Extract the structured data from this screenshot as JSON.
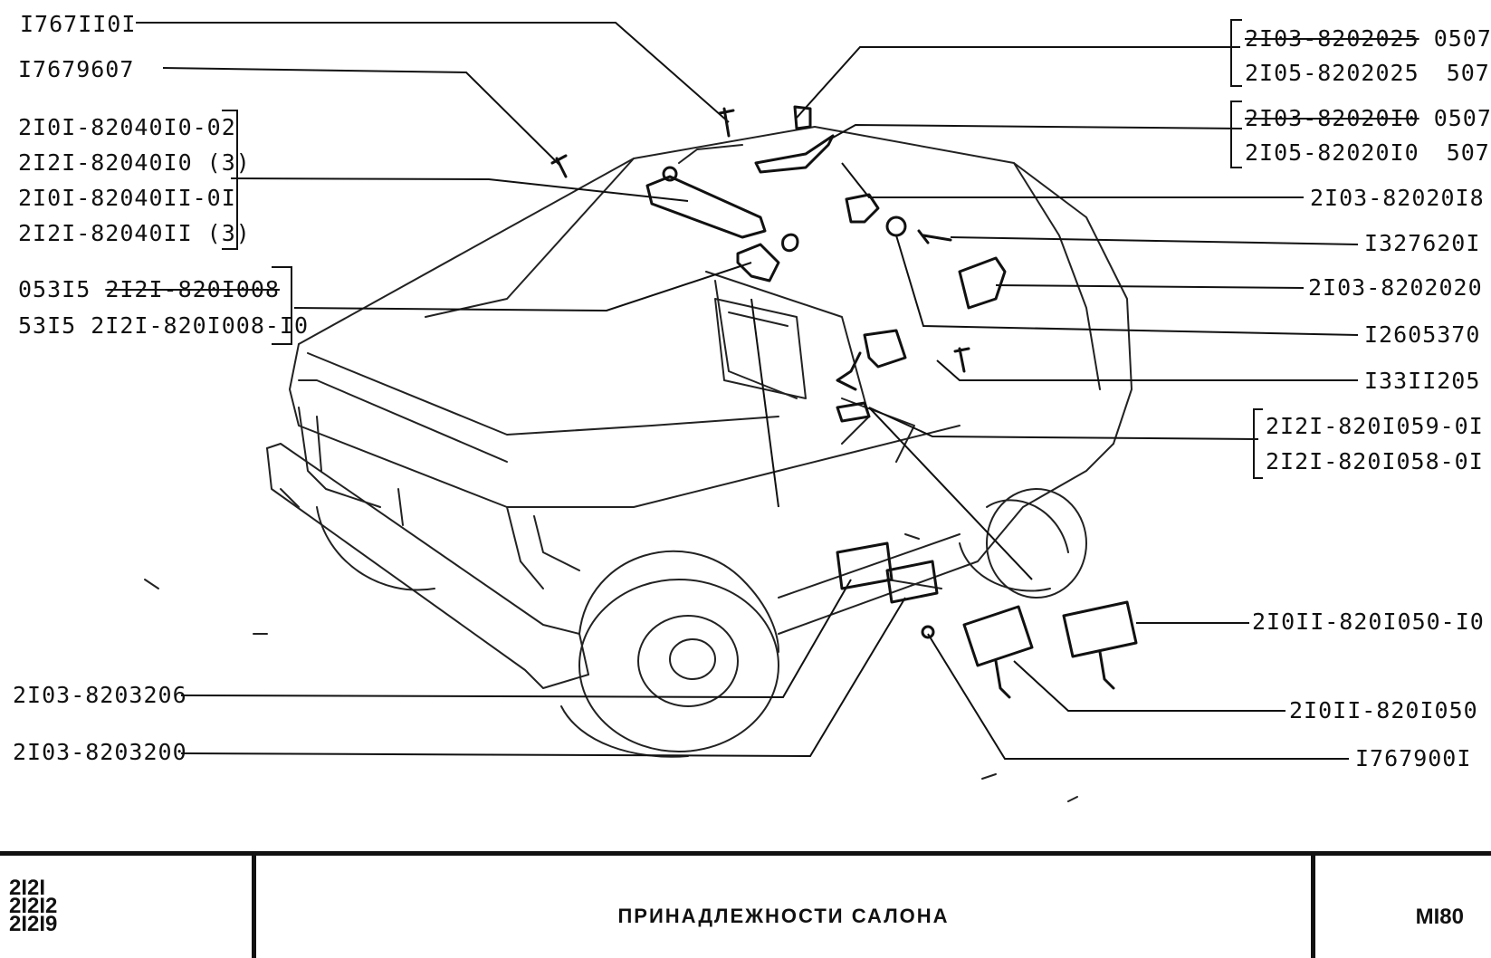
{
  "labels": {
    "l1": "I767II0I",
    "l2": "I7679607",
    "l3a": "2I0I-82040I0-02",
    "l3b": "2I2I-82040I0 (3)",
    "l3c": "2I0I-82040II-0I",
    "l3d": "2I2I-82040II (3)",
    "l4a_prefix": "053I5",
    "l4a_struck": "2I2I-820I008",
    "l4b": "53I5 2I2I-820I008-I0",
    "l5": "2I03-8203206",
    "l6": "2I03-8203200",
    "r1a_struck": "2I03-8202025",
    "r1a_suffix": "0507",
    "r1b": "2I05-8202025",
    "r1b_suffix": "507",
    "r2a_struck": "2I03-82020I0",
    "r2a_suffix": "0507",
    "r2b": "2I05-82020I0",
    "r2b_suffix": "507",
    "r3": "2I03-82020I8",
    "r4": "I327620I",
    "r5": "2I03-8202020",
    "r6": "I2605370",
    "r7": "I33II205",
    "r8a": "2I2I-820I059-0I",
    "r8b": "2I2I-820I058-0I",
    "r9": "2I0II-820I050-I0",
    "r10": "2I0II-820I050",
    "r11": "I767900I"
  },
  "titleblock": {
    "models": [
      "2I2I",
      "2I2I2",
      "2I2I9"
    ],
    "title": "ПРИНАДЛЕЖНОСТИ  САЛОНА",
    "sheet": "MI80"
  }
}
